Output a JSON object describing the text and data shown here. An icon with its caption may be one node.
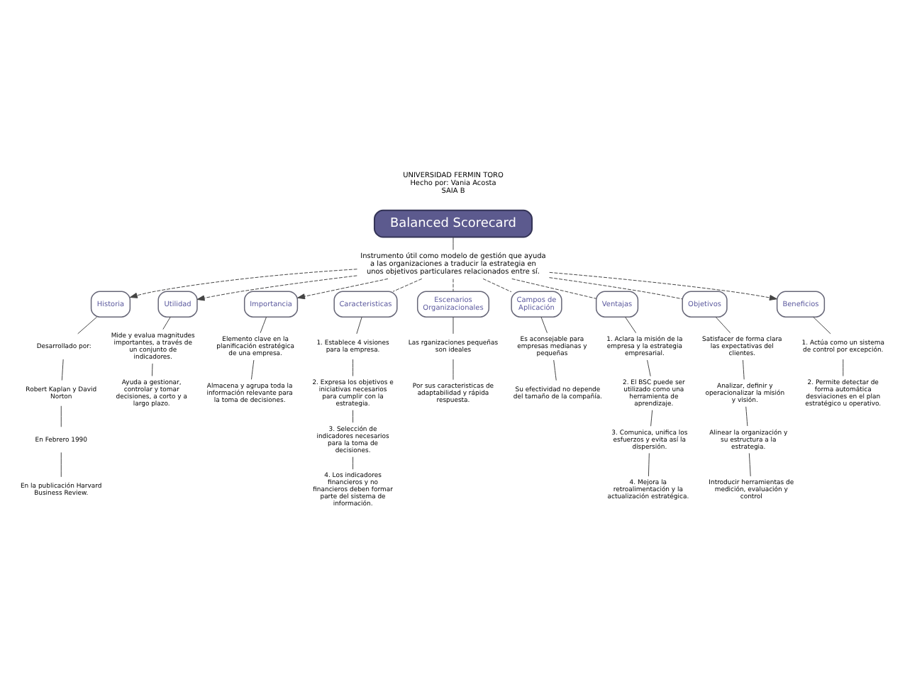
{
  "diagram": {
    "nodes": [
      {
        "text": [
          "Balanced Scorecard"
        ]
      },
      {
        "text": [
          "Instrumento útil como modelo de gestión que ayuda a las organizaciones a traducir la estrategia en unos objetivos particulares relacionados entre sí."
        ]
      },
      {
        "text": [
          "Historia"
        ]
      },
      {
        "text": [
          "Desarrollado por:"
        ]
      },
      {
        "text": [
          "Robert Kaplan y David Norton"
        ]
      },
      {
        "text": [
          "En Febrero 1990"
        ]
      },
      {
        "text": [
          "En la publicación Harvard Business Review."
        ]
      },
      {
        "text": [
          "Utilidad"
        ]
      },
      {
        "text": [
          "Mide y evalua magnitudes importantes, a través de un conjunto de indicadores."
        ]
      },
      {
        "text": [
          "Ayuda a gestionar, controlar y tomar decisiones, a corto y a largo plazo."
        ]
      },
      {
        "text": [
          "Importancia"
        ]
      },
      {
        "text": [
          "Elemento clave en la planificación estratégica de una empresa."
        ]
      },
      {
        "text": [
          "Almacena y agrupa toda la información relevante para la toma de decisiones."
        ]
      },
      {
        "text": [
          "Caracteristicas"
        ]
      },
      {
        "text": [
          "1. Establece 4 visiones para la empresa."
        ]
      },
      {
        "text": [
          "2. Expresa los objetivos e iniciativas necesarios para cumplir con la estrategia."
        ]
      },
      {
        "text": [
          "3. Selección de indicadores necesarios para la toma de decisiones."
        ]
      },
      {
        "text": [
          "4. Los indicadores financieros y no financieros deben formar parte del sistema de información."
        ]
      },
      {
        "text": [
          "Escenarios Organizacionales"
        ]
      },
      {
        "text": [
          "Las rganizaciones pequeñas son ideales"
        ]
      },
      {
        "text": [
          "Por sus caracteristicas de adaptabilidad y rápida respuesta."
        ]
      },
      {
        "text": [
          "Campos de Aplicación"
        ]
      },
      {
        "text": [
          "Es aconsejable para empresas medianas y pequeñas"
        ]
      },
      {
        "text": [
          "Su efectividad no depende del tamaño de la compañía."
        ]
      },
      {
        "text": [
          "Ventajas"
        ]
      },
      {
        "text": [
          "1. Aclara la misión de la empresa y la estrategia empresarial."
        ]
      },
      {
        "text": [
          "2. El BSC puede ser utilizado como una herramienta de aprendizaje."
        ]
      },
      {
        "text": [
          "3. Comunica, unifica los esfuerzos y evita así la dispersión."
        ]
      },
      {
        "text": [
          "4. Mejora la retroalimentación y la actualización estratégica."
        ]
      },
      {
        "text": [
          "Objetivos"
        ]
      },
      {
        "text": [
          "Satisfacer de forma clara las expectativas del clientes."
        ]
      },
      {
        "text": [
          "Analizar, definir y operacionalizar la misión y visión."
        ]
      },
      {
        "text": [
          "Alinear la organización y su estructura a la estrategia."
        ]
      },
      {
        "text": [
          "Introducir herramientas de medición, evaluación y control"
        ]
      },
      {
        "text": [
          "Beneficios"
        ]
      },
      {
        "text": [
          "1. Actúa como un sistema de control por excepción."
        ]
      },
      {
        "text": [
          "2. Permite detectar de forma automática desviaciones en el plan estratégico u operativo."
        ]
      }
    ],
    "edges": [
      {
        "from": 0,
        "to": 1,
        "arrow": "none"
      },
      {
        "from": 1,
        "to": 2,
        "arrow": "to",
        "style": "dashed"
      },
      {
        "from": 2,
        "to": 3,
        "arrow": "none"
      },
      {
        "from": 3,
        "to": 4,
        "arrow": "none"
      },
      {
        "from": 4,
        "to": 5,
        "arrow": "none"
      },
      {
        "from": 5,
        "to": 6,
        "arrow": "none"
      },
      {
        "from": 1,
        "to": 7,
        "arrow": "to",
        "style": "dashed"
      },
      {
        "from": 7,
        "to": 8,
        "arrow": "none"
      },
      {
        "from": 8,
        "to": 9,
        "arrow": "none"
      },
      {
        "from": 1,
        "to": 10,
        "arrow": "to",
        "style": "dashed"
      },
      {
        "from": 10,
        "to": 11,
        "arrow": "none"
      },
      {
        "from": 11,
        "to": 12,
        "arrow": "none"
      },
      {
        "from": 1,
        "to": 13,
        "arrow": "none",
        "style": "dashed"
      },
      {
        "from": 13,
        "to": 14,
        "arrow": "none"
      },
      {
        "from": 14,
        "to": 15,
        "arrow": "none"
      },
      {
        "from": 15,
        "to": 16,
        "arrow": "none"
      },
      {
        "from": 16,
        "to": 17,
        "arrow": "none"
      },
      {
        "from": 1,
        "to": 18,
        "arrow": "none",
        "style": "dashed"
      },
      {
        "from": 18,
        "to": 19,
        "arrow": "none"
      },
      {
        "from": 19,
        "to": 20,
        "arrow": "none"
      },
      {
        "from": 1,
        "to": 21,
        "arrow": "none",
        "style": "dashed"
      },
      {
        "from": 21,
        "to": 22,
        "arrow": "none"
      },
      {
        "from": 22,
        "to": 23,
        "arrow": "none"
      },
      {
        "from": 1,
        "to": 24,
        "arrow": "none",
        "style": "dashed"
      },
      {
        "from": 24,
        "to": 25,
        "arrow": "none"
      },
      {
        "from": 25,
        "to": 26,
        "arrow": "none"
      },
      {
        "from": 26,
        "to": 27,
        "arrow": "none"
      },
      {
        "from": 27,
        "to": 28,
        "arrow": "none"
      },
      {
        "from": 1,
        "to": 29,
        "arrow": "none",
        "style": "dashed"
      },
      {
        "from": 29,
        "to": 30,
        "arrow": "none"
      },
      {
        "from": 30,
        "to": 31,
        "arrow": "none"
      },
      {
        "from": 31,
        "to": 32,
        "arrow": "none"
      },
      {
        "from": 32,
        "to": 33,
        "arrow": "none"
      },
      {
        "from": 1,
        "to": 34,
        "arrow": "to",
        "style": "dashed"
      },
      {
        "from": 34,
        "to": 35,
        "arrow": "none"
      },
      {
        "from": 35,
        "to": 36,
        "arrow": "none"
      }
    ],
    "labels": [
      "UNIVERSIDAD FERMIN TORO",
      "Hecho por: Vania Acosta",
      "SAIA B"
    ]
  }
}
